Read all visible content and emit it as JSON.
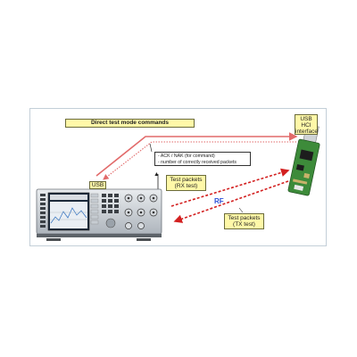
{
  "labels": {
    "direct_test_mode_commands": "Direct test mode commands",
    "usb_left": "USB",
    "usb_hci": [
      "USB",
      "HCI",
      "interface"
    ],
    "feedback": [
      "- ACK / NAK (for command)",
      "- number of correctly received packets"
    ],
    "rx_test": [
      "Test packets",
      "(RX test)"
    ],
    "tx_test": [
      "Test packets",
      "(TX test)"
    ],
    "rf": "RF"
  },
  "colors": {
    "command_arrow": "#e26a6a",
    "rf_arrow": "#d32020",
    "label_fill": "#fff8a8",
    "frame_border": "#c3cfd8",
    "rf_text": "#2b4fd8"
  }
}
